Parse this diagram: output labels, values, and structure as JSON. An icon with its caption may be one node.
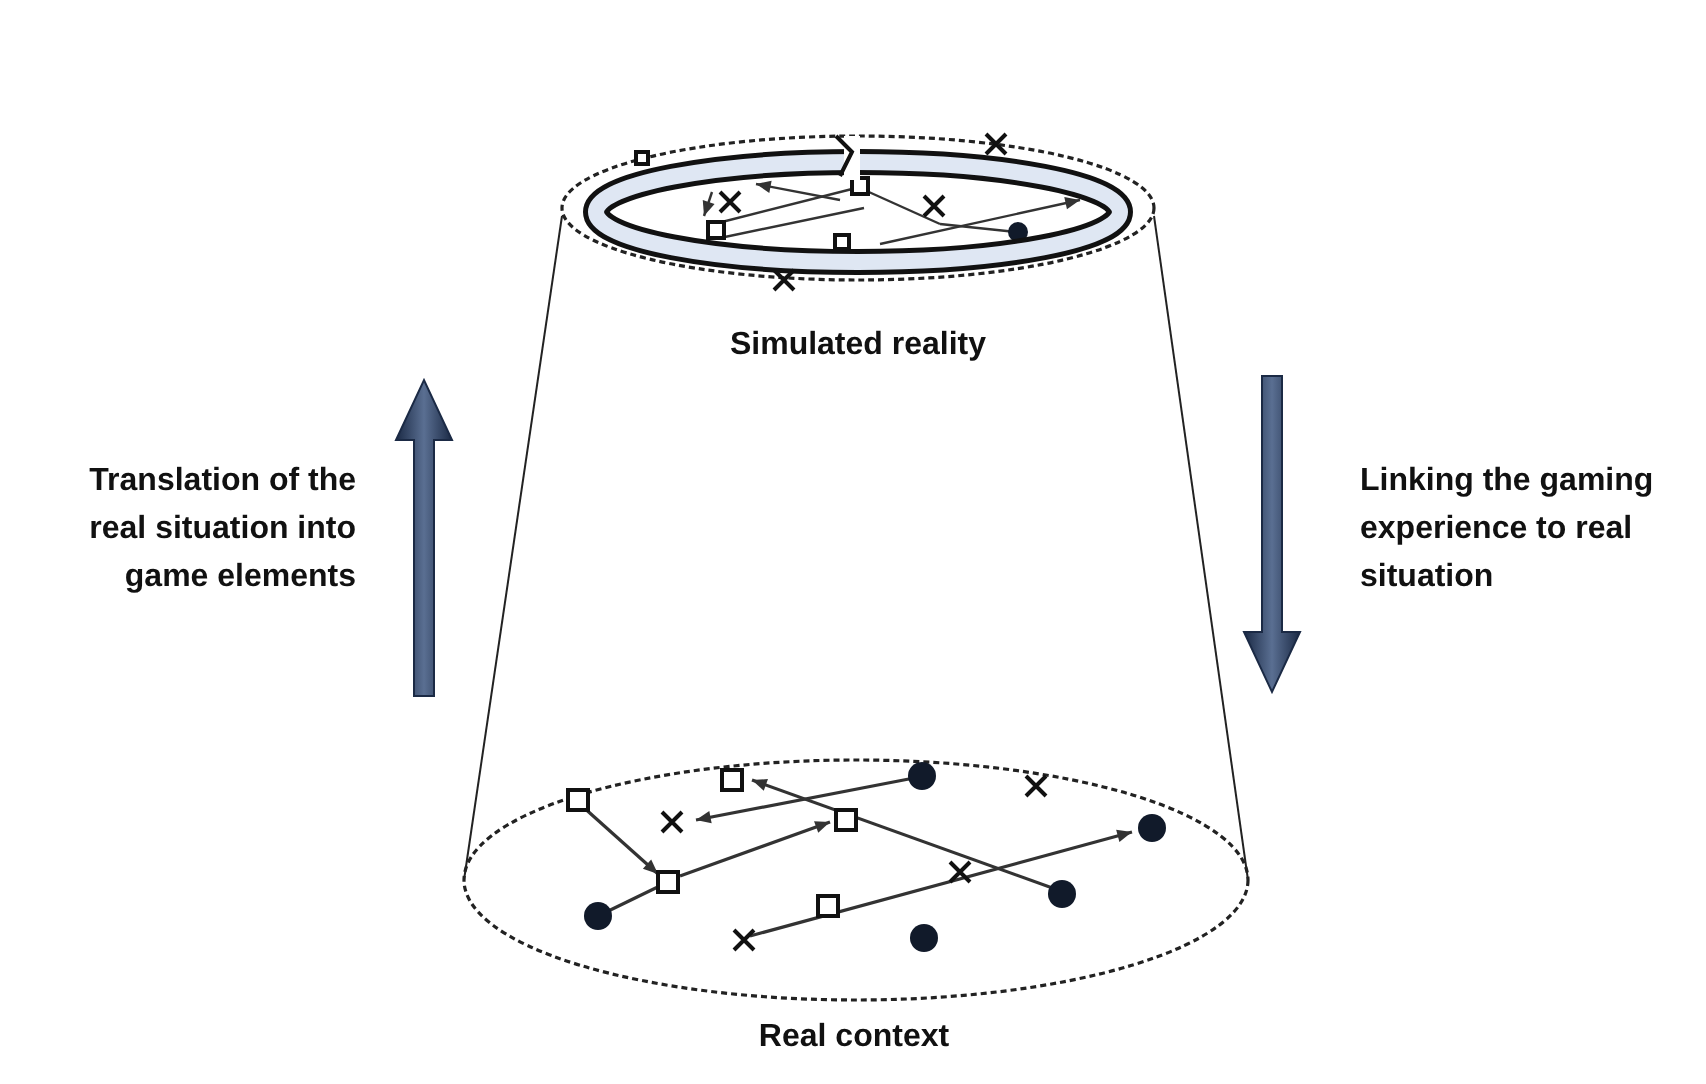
{
  "diagram": {
    "nodes": [
      {
        "text": [
          "Simulated reality"
        ]
      },
      {
        "text": [
          "Real context"
        ]
      }
    ],
    "labels": [
      "Translation of the real situation into game elements",
      "Linking the gaming experience to real situation"
    ]
  }
}
